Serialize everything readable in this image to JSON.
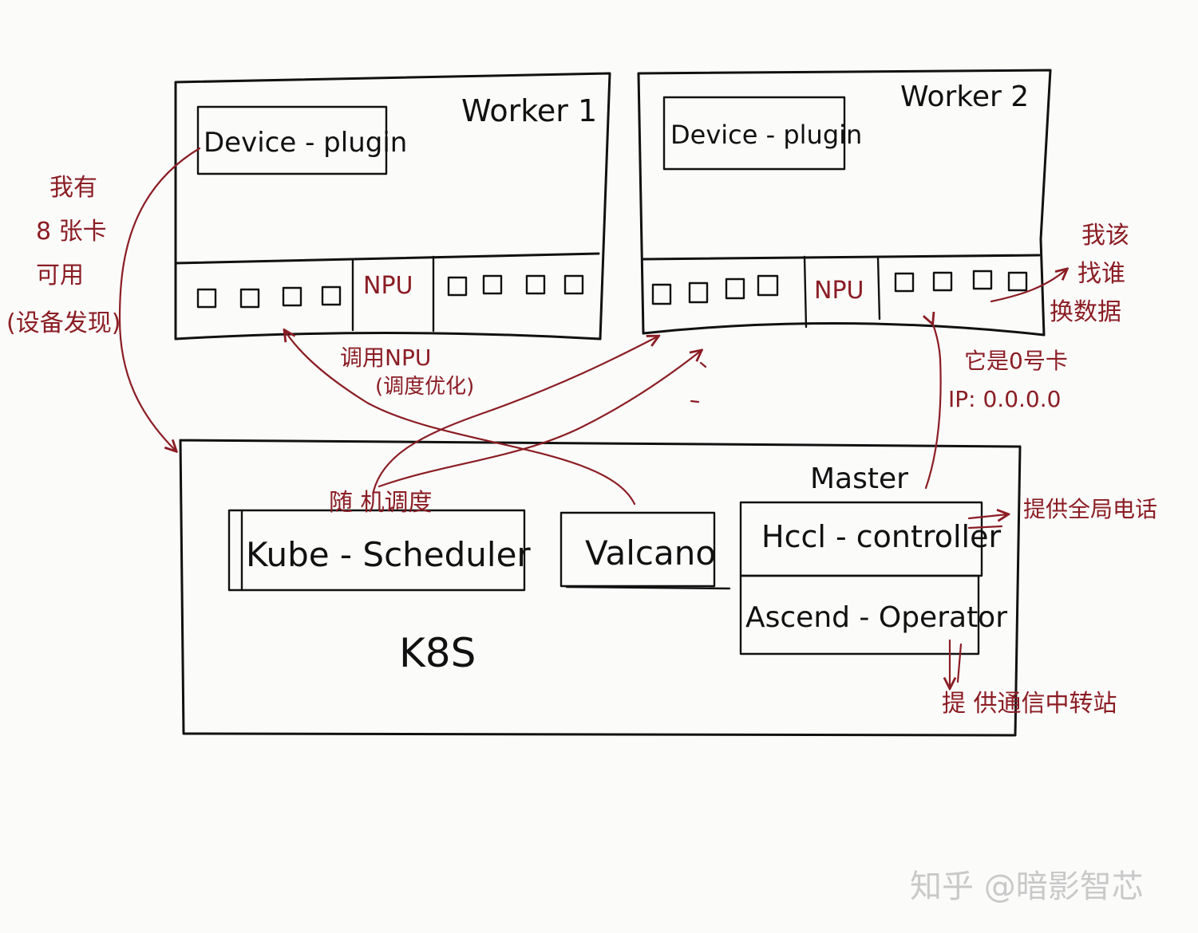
{
  "worker1": {
    "title": "Worker 1",
    "device_plugin": "Device - plugin",
    "npu": "NPU"
  },
  "worker2": {
    "title": "Worker 2",
    "device_plugin": "Device - plugin",
    "npu": "NPU"
  },
  "master": {
    "title": "Master",
    "kube_scheduler": "Kube - Scheduler",
    "volcano": "Valcano",
    "hccl_controller": "Hccl - controller",
    "ascend_operator": "Ascend - Operator",
    "k8s": "K8S"
  },
  "annotations": {
    "left_lines": [
      "我有",
      "8 张卡",
      "可用",
      "(设备发现)"
    ],
    "call_npu": "调用NPU",
    "call_npu_sub": "(调度优化)",
    "random_schedule": "随 机调度",
    "right_lines": [
      "我该",
      "找谁",
      "换数据"
    ],
    "card_id": "它是0号卡",
    "ip": "IP: 0.0.0.0",
    "global_phone": "提供全局电话",
    "relay": "提 供通信中转站"
  },
  "watermark": "知乎 @暗影智芯",
  "colors": {
    "ink": "#111111",
    "annotation": "#8b1d24"
  }
}
